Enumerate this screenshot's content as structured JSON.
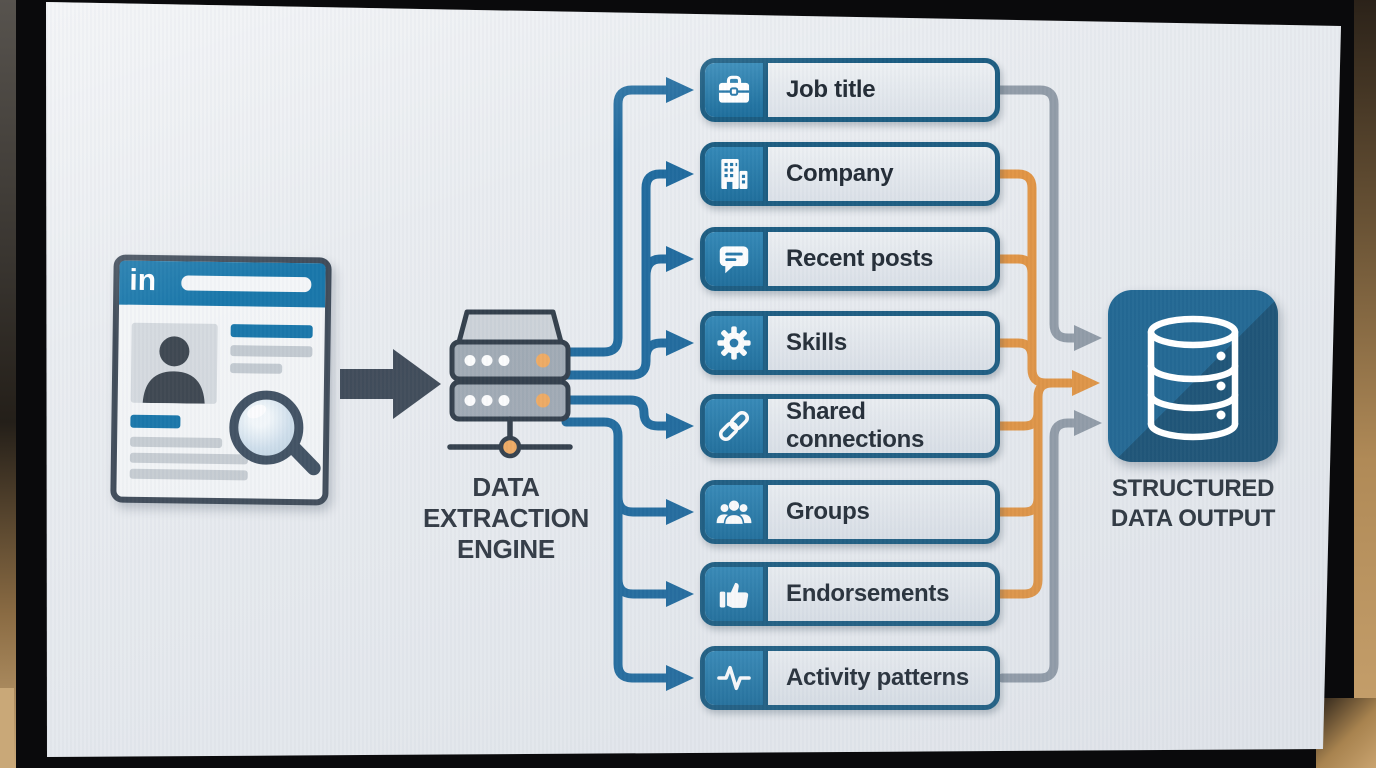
{
  "diagram": {
    "source_card": {
      "logo": "in"
    },
    "engine": {
      "label_lines": [
        "DATA",
        "EXTRACTION",
        "ENGINE"
      ]
    },
    "fields": [
      {
        "label": "Job title",
        "icon": "briefcase-icon",
        "out": "gray"
      },
      {
        "label": "Company",
        "icon": "building-icon",
        "out": "orange"
      },
      {
        "label": "Recent posts",
        "icon": "chat-bubble-icon",
        "out": "orange"
      },
      {
        "label": "Skills",
        "icon": "gear-icon",
        "out": "orange"
      },
      {
        "label": "Shared connections",
        "icon": "link-icon",
        "out": "orange"
      },
      {
        "label": "Groups",
        "icon": "people-icon",
        "out": "orange"
      },
      {
        "label": "Endorsements",
        "icon": "thumbs-up-icon",
        "out": "orange"
      },
      {
        "label": "Activity patterns",
        "icon": "activity-icon",
        "out": "gray"
      }
    ],
    "output": {
      "label_lines": [
        "STRUCTURED",
        "DATA OUTPUT"
      ]
    },
    "colors": {
      "connector_blue": "#19669b",
      "connector_gray": "#8e99a5",
      "connector_orange": "#e2913c",
      "box_border": "#14577d",
      "icon_bg": "#1f73a6",
      "accent_blue": "#1273a8",
      "dark_slate": "#3a4654",
      "output_bg": "#17618f",
      "dot_orange": "#f0a95e",
      "server_body": "#9fa9b3",
      "server_lid": "#ccd2d8"
    }
  }
}
